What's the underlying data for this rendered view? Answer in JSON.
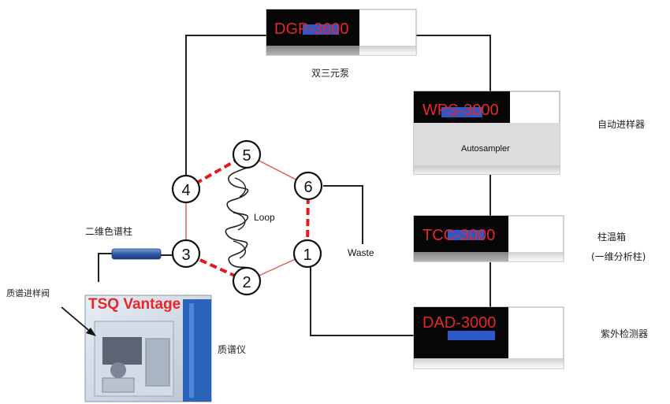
{
  "modules": {
    "pump": {
      "label": "DGP-3600",
      "caption": "双三元泵"
    },
    "autosampler": {
      "label": "WPS-3000",
      "sublabel": "Autosampler",
      "caption": "自动进样器"
    },
    "column_oven": {
      "label": "TCC-3000",
      "caption_line1": "柱温箱",
      "caption_line2": "(一维分析柱)"
    },
    "detector": {
      "label": "DAD-3000",
      "caption": "紫外检测器"
    },
    "mass_spec": {
      "label": "TSQ Vantage",
      "caption": "质谱仪",
      "valve_caption": "质谱进样阀"
    }
  },
  "valve": {
    "ports": [
      "1",
      "2",
      "3",
      "4",
      "5",
      "6"
    ],
    "loop_label": "Loop",
    "waste_label": "Waste"
  },
  "column2_caption": "二维色谱柱",
  "colors": {
    "module_black": "#060606",
    "module_label": "#e8262a",
    "module_label_band": "#2f57c6",
    "valve_dashed": "#e01b1b",
    "valve_solid": "#e0615a",
    "tubing": "#222222",
    "column_blue": "#3d6db5"
  }
}
